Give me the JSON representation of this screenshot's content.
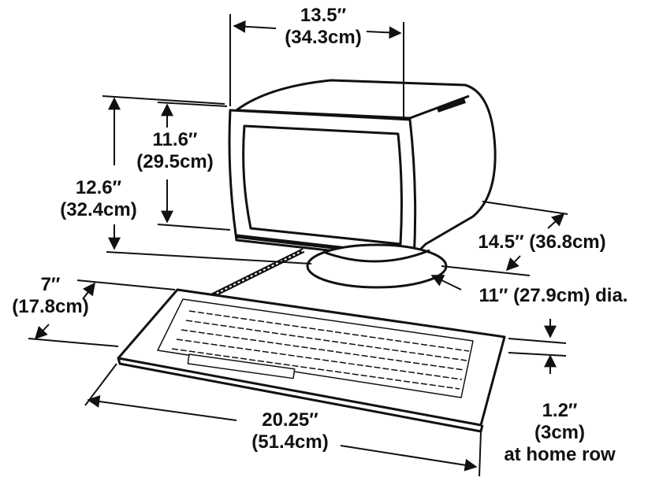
{
  "dimensions": {
    "width_monitor": {
      "imperial": "13.5″",
      "metric": "(34.3cm)"
    },
    "screen_height": {
      "imperial": "11.6″",
      "metric": "(29.5cm)"
    },
    "total_height": {
      "imperial": "12.6″",
      "metric": "(32.4cm)"
    },
    "depth": {
      "text": "14.5″ (36.8cm)"
    },
    "base_diameter": {
      "text": "11″ (27.9cm) dia."
    },
    "keyboard_depth": {
      "imperial": "7″",
      "metric": "(17.8cm)"
    },
    "keyboard_width": {
      "imperial": "20.25″",
      "metric": "(51.4cm)"
    },
    "home_row_height": {
      "imperial": "1.2″",
      "metric": "(3cm)",
      "note": "at home row"
    }
  }
}
